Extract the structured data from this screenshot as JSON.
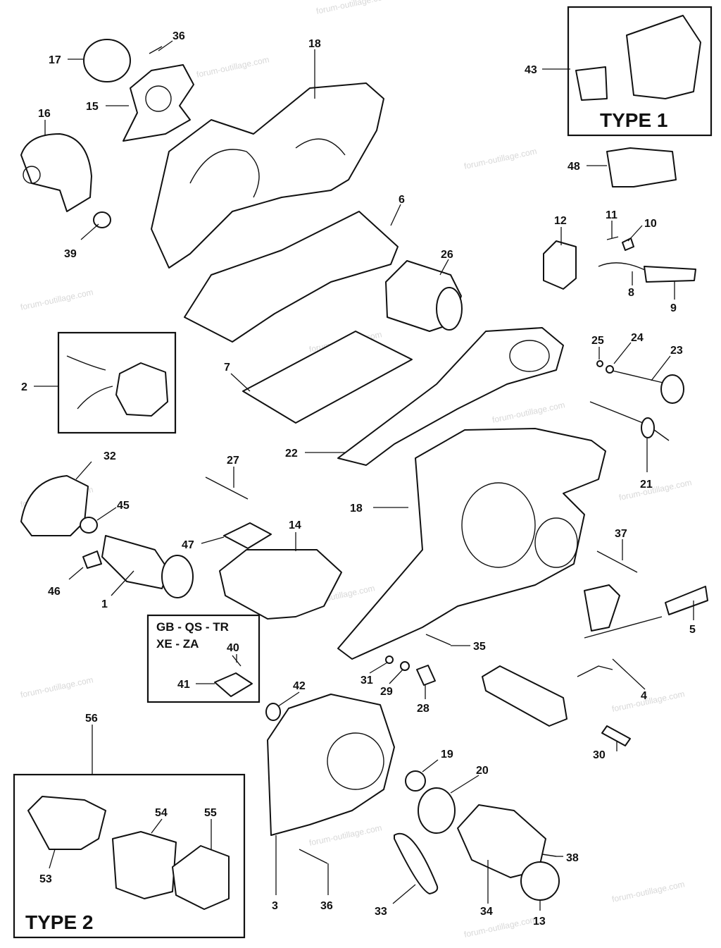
{
  "watermark": "forum-outillage.com",
  "boxes": {
    "type1_title": "TYPE 1",
    "type2_title": "TYPE 2",
    "region_line1": "GB - QS - TR",
    "region_line2": "XE - ZA"
  },
  "callouts": {
    "p1": "1",
    "p2": "2",
    "p3": "3",
    "p4": "4",
    "p5": "5",
    "p6": "6",
    "p7": "7",
    "p8": "8",
    "p9": "9",
    "p10": "10",
    "p11": "11",
    "p12": "12",
    "p13": "13",
    "p14": "14",
    "p15": "15",
    "p16": "16",
    "p17": "17",
    "p18a": "18",
    "p18b": "18",
    "p19": "19",
    "p20": "20",
    "p21": "21",
    "p22": "22",
    "p23": "23",
    "p24": "24",
    "p25": "25",
    "p26": "26",
    "p27": "27",
    "p28": "28",
    "p29": "29",
    "p30": "30",
    "p31": "31",
    "p32": "32",
    "p33": "33",
    "p34": "34",
    "p35": "35",
    "p36a": "36",
    "p36b": "36",
    "p37": "37",
    "p38": "38",
    "p39": "39",
    "p40": "40",
    "p41": "41",
    "p42": "42",
    "p43": "43",
    "p45": "45",
    "p46": "46",
    "p47": "47",
    "p48": "48",
    "p53": "53",
    "p54": "54",
    "p55": "55",
    "p56": "56"
  }
}
